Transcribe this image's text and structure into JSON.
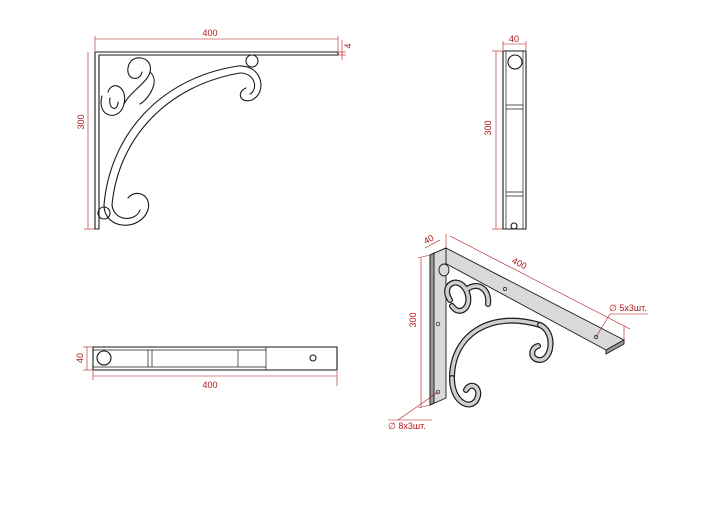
{
  "front_view": {
    "width_dim": "400",
    "height_dim": "300",
    "thickness_dim": "4"
  },
  "side_view": {
    "width_dim": "40",
    "height_dim": "300"
  },
  "top_view": {
    "height_dim": "40",
    "width_dim": "400"
  },
  "iso_view": {
    "depth_dim": "40",
    "length_dim": "400",
    "height_dim": "300",
    "hole_top_note": "∅ 5х3шт.",
    "hole_side_note": "∅ 8х3шт."
  },
  "colors": {
    "dimension": "#b01818",
    "outline": "#1a1a1a"
  }
}
